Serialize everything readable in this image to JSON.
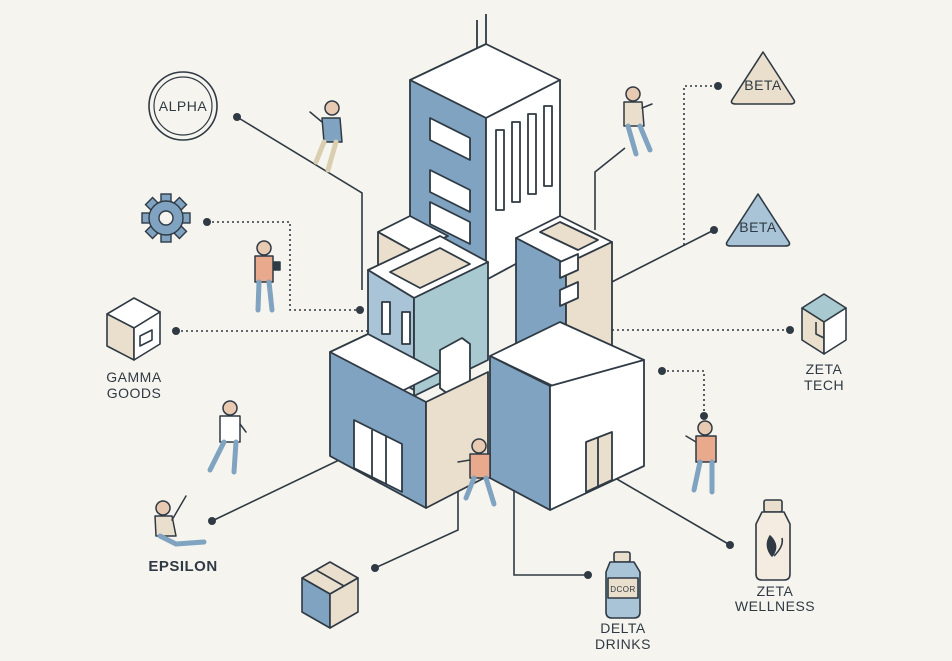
{
  "colors": {
    "background": "#f6f4ee",
    "blue": "#7fa3c0",
    "blue_light": "#a9c4d6",
    "teal": "#a8c9cf",
    "beige": "#eadfcc",
    "white": "#ffffff",
    "stroke": "#2f3a44",
    "accent": "#e8a98d"
  },
  "labels": {
    "alpha": "ALPHA",
    "beta_top": "BETA",
    "beta_mid": "BETA",
    "gamma_line1": "GAMMA",
    "gamma_line2": "GOODS",
    "zeta_tech_line1": "ZETA",
    "zeta_tech_line2": "TECH",
    "epsilon": "EPSILON",
    "zeta_wellness_line1": "ZETA",
    "zeta_wellness_line2": "WELLNESS",
    "delta_line1": "DELTA",
    "delta_line2": "DRINKS",
    "bottle_tag": "DCOR"
  },
  "icons": {
    "alpha": "circle-badge-icon",
    "beta_top": "triangle-badge-icon",
    "beta_mid": "triangle-badge-icon",
    "gear": "gear-icon",
    "gamma": "box-icon",
    "zeta_tech": "cube-icon",
    "parcel": "parcel-box-icon",
    "delta": "bottle-icon",
    "wellness": "leaf-bottle-icon"
  }
}
